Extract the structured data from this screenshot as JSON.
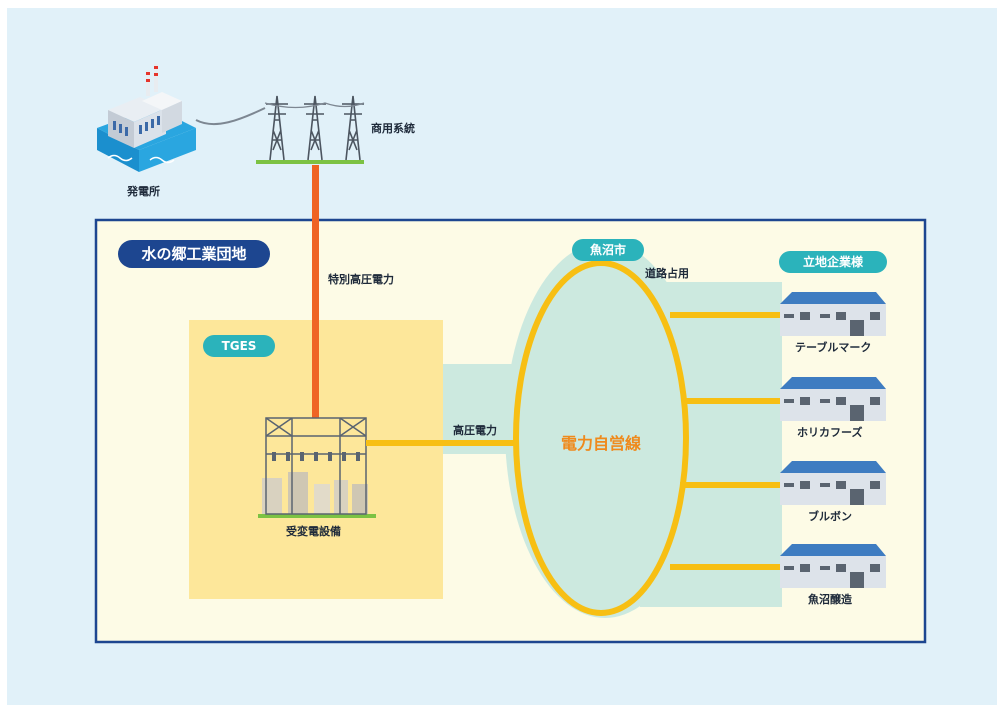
{
  "labels": {
    "power_plant": "発電所",
    "commercial_grid": "商用系統",
    "extra_high_voltage": "特別高圧電力",
    "high_voltage": "高圧電力",
    "road_use": "道路占用",
    "substation": "受変電設備",
    "private_line": "電力自営線"
  },
  "badges": {
    "park": "水の郷工業団地",
    "tges": "TGES",
    "city": "魚沼市",
    "companies": "立地企業様"
  },
  "companies": [
    "テーブルマーク",
    "ホリカフーズ",
    "ブルボン",
    "魚沼醸造"
  ],
  "colors": {
    "outer_bg": "#e1f1f9",
    "park_bg": "#fdfbe6",
    "park_border": "#1d4690",
    "tges_bg": "#fde79a",
    "city_area": "#cce9df",
    "loop": "#f7bf13",
    "ehv_line": "#ef6424",
    "navy": "#1d4690",
    "teal": "#2bb3bb",
    "private_line_text": "#ef8a1c"
  }
}
